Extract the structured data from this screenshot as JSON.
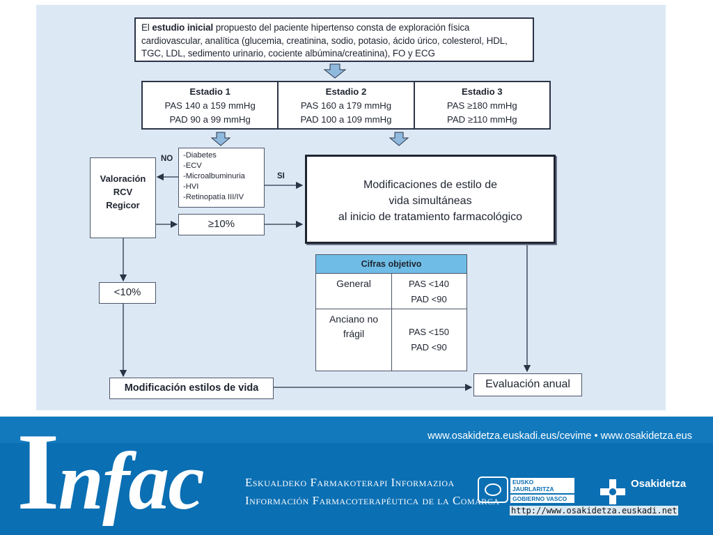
{
  "intro": {
    "prefix": "El ",
    "bold": "estudio inicial",
    "rest": " propuesto del paciente hipertenso consta de exploración física cardiovascular, analítica (glucemia, creatinina, sodio, potasio, ácido úrico, colesterol, HDL, TGC, LDL, sedimento urinario, cociente albúmina/creatinina), FO y ECG"
  },
  "stages": [
    {
      "title": "Estadio 1",
      "pas": "PAS 140 a 159 mmHg",
      "pad": "PAD 90 a 99 mmHg"
    },
    {
      "title": "Estadio 2",
      "pas": "PAS 160 a 179 mmHg",
      "pad": "PAD 100 a 109 mmHg"
    },
    {
      "title": "Estadio 3",
      "pas": "PAS ≥180 mmHg",
      "pad": "PAD ≥110 mmHg"
    }
  ],
  "risk_factors": [
    "-Diabetes",
    "-ECV",
    "-Microalbuminuria",
    "-HVI",
    "-Retinopatía III/IV"
  ],
  "edge_labels": {
    "no": "NO",
    "si": "SI"
  },
  "rcv": {
    "line1": "Valoración",
    "line2": "RCV",
    "line3": "Regicor"
  },
  "threshold_high": "≥10%",
  "threshold_low": "<10%",
  "lifestyle_treatment": {
    "line1": "Modificaciones de estilo de",
    "line2": "vida simultáneas",
    "line3": "al inicio de tratamiento farmacológico"
  },
  "objectives": {
    "header": "Cifras objetivo",
    "general_label": "General",
    "general_pas": "PAS <140",
    "general_pad": "PAD <90",
    "elderly_label_1": "Anciano no",
    "elderly_label_2": "frágil",
    "elderly_pas": "PAS <150",
    "elderly_pad": "PAD <90"
  },
  "lifestyle_only": "Modificación estilos de vida",
  "annual_evaluation": "Evaluación anual",
  "footer": {
    "logo_initial": "I",
    "logo_rest": "nfac",
    "links": "www.osakidetza.euskadi.eus/cevime  •  www.osakidetza.eus",
    "line1": "Eskualdeko Farmakoterapi Informazioa",
    "line2": "Información Farmacoterapéutica de la Comarca",
    "gov_line1": "EUSKO JAURLARITZA",
    "gov_line2": "GOBIERNO VASCO",
    "osakidetza": "Osakidetza",
    "url": "http://www.osakidetza.euskadi.net"
  },
  "colors": {
    "panel": "#dce9f5",
    "table_header": "#6fbde6",
    "banner": "#0b6fb3"
  }
}
